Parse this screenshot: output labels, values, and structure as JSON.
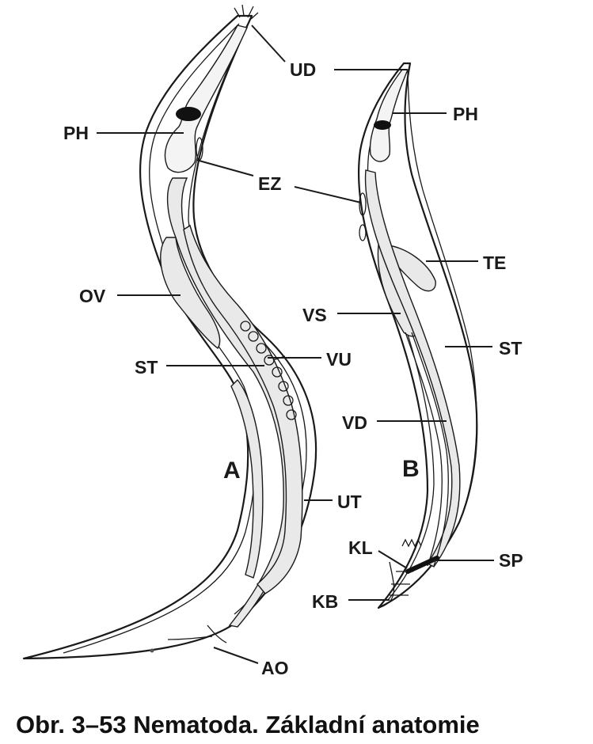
{
  "figure": {
    "specimen_a": "A",
    "specimen_b": "B",
    "labels": {
      "ud": "UD",
      "ph_a": "PH",
      "ph_b": "PH",
      "ez": "EZ",
      "te": "TE",
      "ov": "OV",
      "vs": "VS",
      "vu": "VU",
      "st_a": "ST",
      "st_b": "ST",
      "vd": "VD",
      "ut": "UT",
      "kl": "KL",
      "sp": "SP",
      "kb": "KB",
      "ao": "AO"
    }
  },
  "caption": {
    "number": "Obr. 3–53",
    "text": "Nematoda. Základní anatomie"
  }
}
